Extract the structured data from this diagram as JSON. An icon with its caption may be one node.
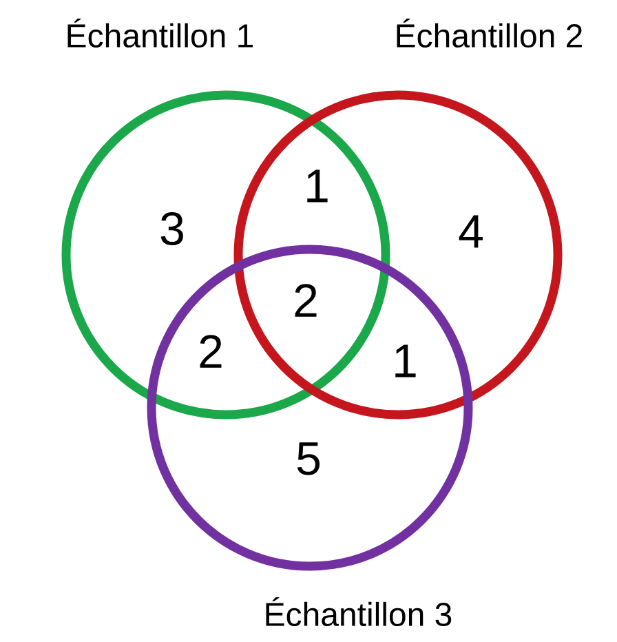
{
  "diagram": {
    "nodes": [
      {
        "text": [
          "Échantillon 1"
        ]
      },
      {
        "text": [
          "Échantillon 2"
        ]
      },
      {
        "text": [
          "Échantillon 3"
        ]
      }
    ],
    "labels": [
      "1",
      "3",
      "4",
      "2",
      "2",
      "1",
      "5"
    ]
  }
}
